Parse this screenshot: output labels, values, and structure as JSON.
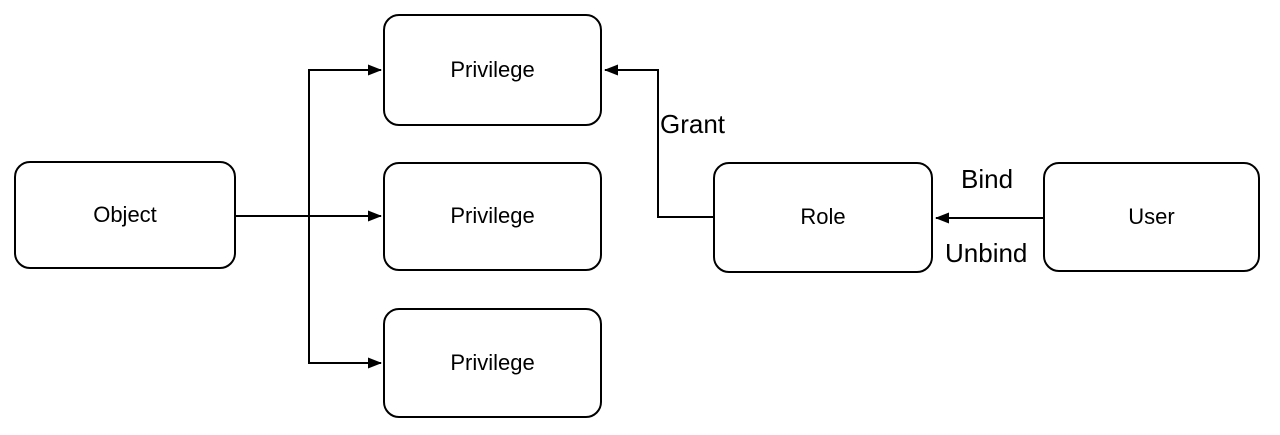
{
  "diagram": {
    "nodes": {
      "object": {
        "label": "Object"
      },
      "privilege_top": {
        "label": "Privilege"
      },
      "privilege_middle": {
        "label": "Privilege"
      },
      "privilege_bottom": {
        "label": "Privilege"
      },
      "role": {
        "label": "Role"
      },
      "user": {
        "label": "User"
      }
    },
    "edge_labels": {
      "grant": "Grant",
      "bind": "Bind",
      "unbind": "Unbind"
    },
    "colors": {
      "stroke": "#000000",
      "node_fill": "#ffffff",
      "text": "#000000",
      "background": "#ffffff"
    }
  }
}
